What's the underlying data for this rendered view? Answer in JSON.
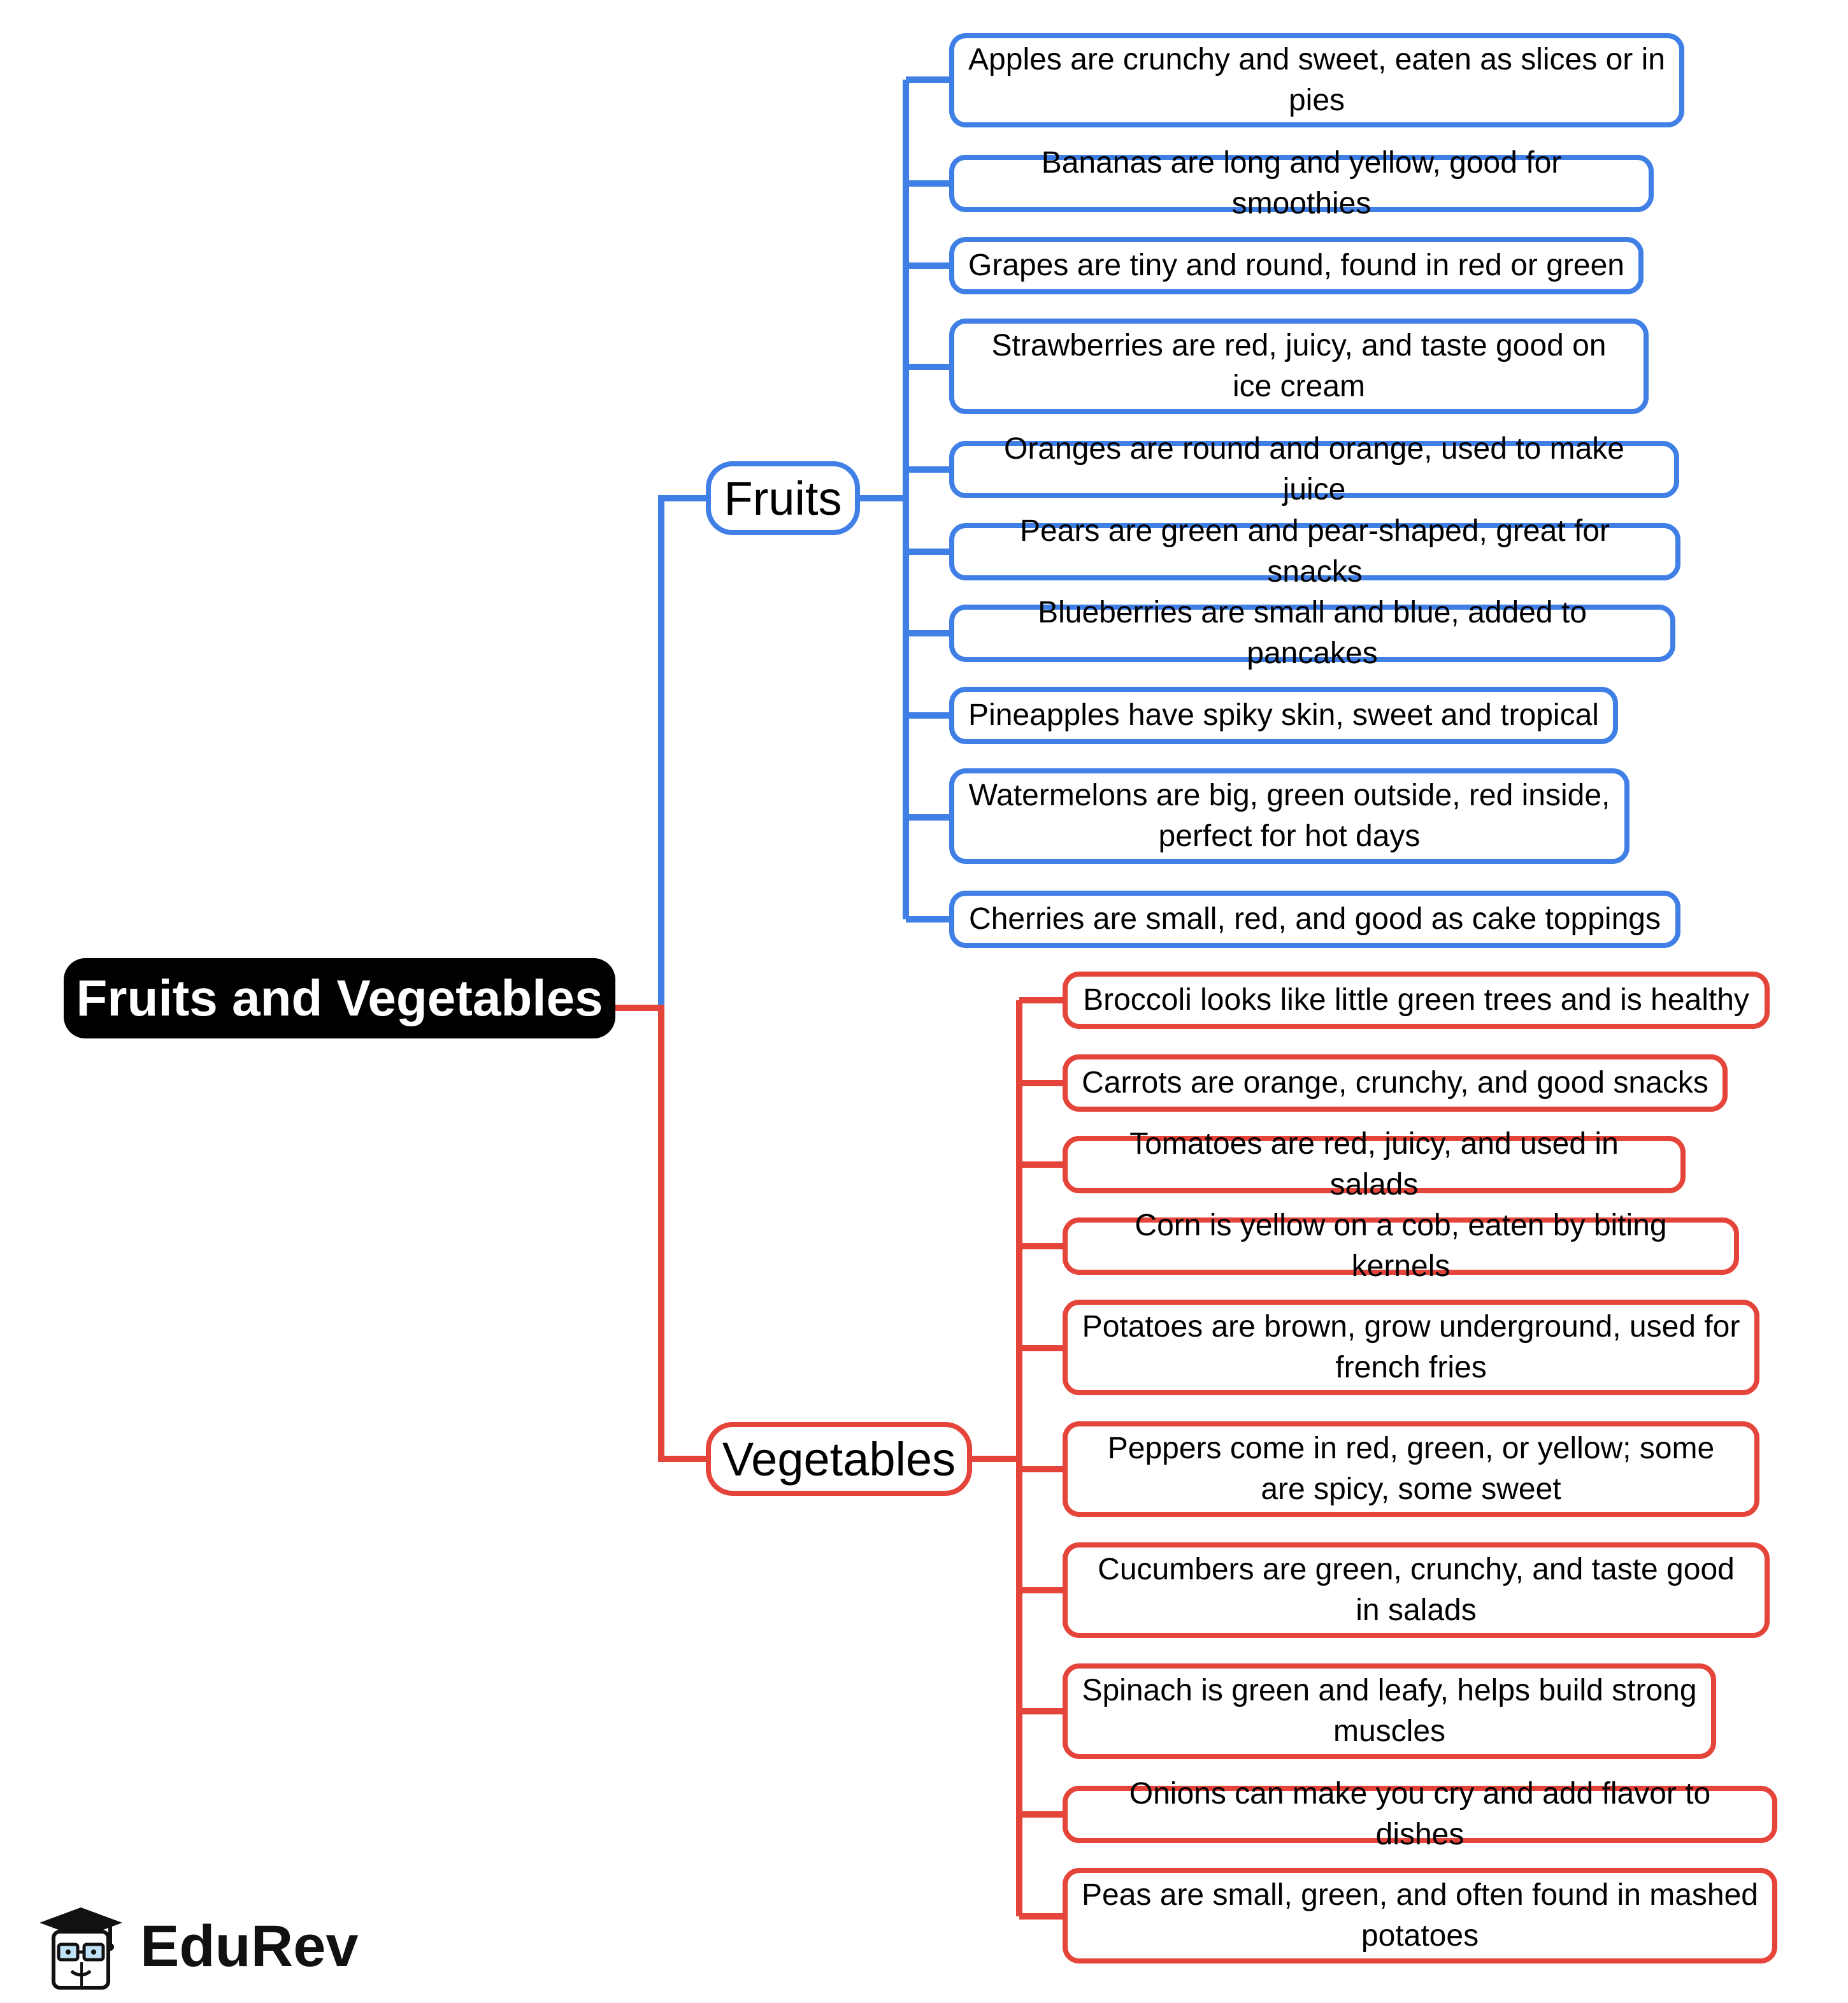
{
  "root": {
    "label": "Fruits and Vegetables",
    "color": "#000000"
  },
  "branches": [
    {
      "label": "Fruits",
      "color": "#3f7fe6",
      "items": [
        "Apples are crunchy and sweet, eaten as slices or in pies",
        "Bananas are long and yellow, good for smoothies",
        "Grapes are tiny and round, found in red or green",
        "Strawberries are red, juicy, and taste good on ice cream",
        "Oranges are round and orange, used to make juice",
        "Pears are green and pear-shaped, great for snacks",
        "Blueberries are small and blue, added to pancakes",
        "Pineapples have spiky skin, sweet and tropical",
        "Watermelons are big, green outside, red inside, perfect for hot days",
        "Cherries are small, red, and good as cake toppings"
      ]
    },
    {
      "label": "Vegetables",
      "color": "#e5443a",
      "items": [
        "Broccoli looks like little green trees and is healthy",
        "Carrots are orange, crunchy, and good snacks",
        "Tomatoes are red, juicy, and used in salads",
        "Corn is yellow on a cob, eaten by biting kernels",
        "Potatoes are brown, grow underground, used for french fries",
        "Peppers come in red, green, or yellow; some are spicy, some sweet",
        "Cucumbers are green, crunchy, and taste good in salads",
        "Spinach is green and leafy, helps build strong muscles",
        "Onions can make you cry and add flavor to dishes",
        "Peas are small, green, and often found in mashed potatoes"
      ]
    }
  ],
  "logo": {
    "text": "EduRev",
    "icon": "graduation-cap-mascot-icon"
  }
}
